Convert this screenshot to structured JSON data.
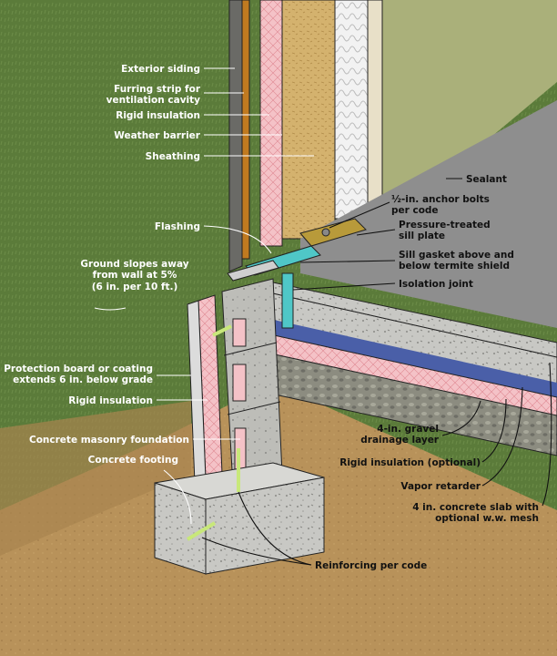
{
  "colors": {
    "grass": "#5b7b3a",
    "soil": "#b8925a",
    "wall": "#aab07a",
    "slab": "#9a9a9a",
    "insulation": "#f4c2c7",
    "vapor": "#4a5fa8",
    "gasket": "#4fc7c7",
    "sill": "#b89a3a",
    "rebar": "#c8e87a"
  },
  "labels": {
    "exterior_siding": "Exterior siding",
    "furring_1": "Furring strip for",
    "furring_2": "ventilation cavity",
    "rigid_insulation_top": "Rigid insulation",
    "weather_barrier": "Weather barrier",
    "sheathing": "Sheathing",
    "sealant": "Sealant",
    "anchor_1": "½-in. anchor bolts",
    "anchor_2": "per code",
    "pt_1": "Pressure-treated",
    "pt_2": "sill plate",
    "flashing": "Flashing",
    "gasket_1": "Sill gasket above and",
    "gasket_2": "below termite shield",
    "isolation": "Isolation joint",
    "ground_1": "Ground slopes away",
    "ground_2": "from wall at 5%",
    "ground_3": "(6 in. per 10 ft.)",
    "protection_1": "Protection board or coating",
    "protection_2": "extends 6 in. below grade",
    "rigid_insulation_mid": "Rigid insulation",
    "masonry": "Concrete masonry foundation",
    "footing": "Concrete footing",
    "gravel_1": "4-in. gravel",
    "gravel_2": "drainage layer",
    "rigid_optional": "Rigid insulation (optional)",
    "vapor_retarder": "Vapor retarder",
    "slab_1": "4 in. concrete slab with",
    "slab_2": "optional w.w. mesh",
    "reinforcing": "Reinforcing per code"
  }
}
